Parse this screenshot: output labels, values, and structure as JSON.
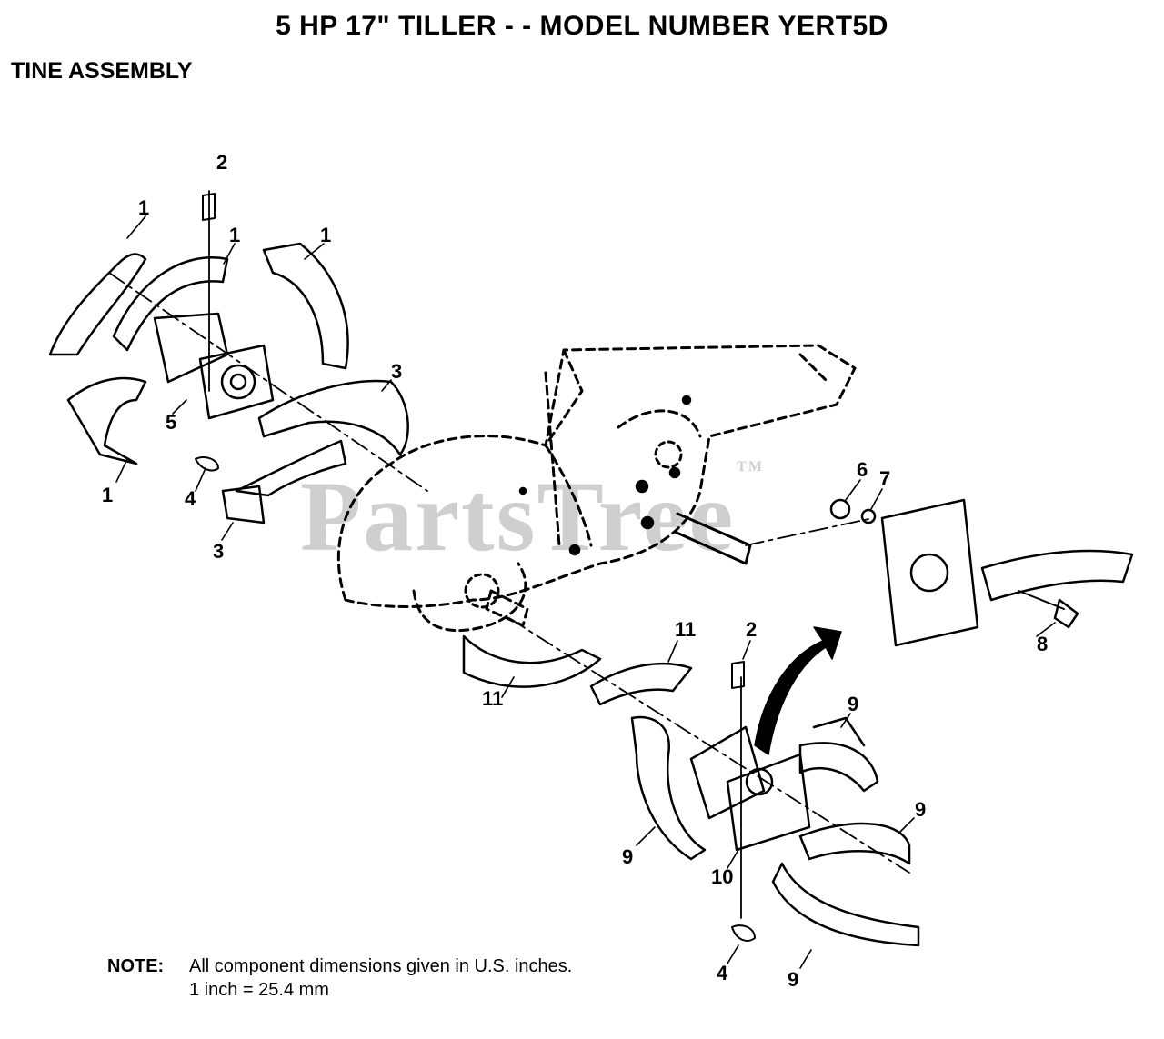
{
  "header": {
    "title": "5 HP 17\" TILLER - - MODEL NUMBER YERT5D",
    "subtitle": "TINE ASSEMBLY"
  },
  "watermark": {
    "text": "PartsTree",
    "mark": "TM"
  },
  "note": {
    "label": "NOTE:",
    "line1": "All component dimensions given in U.S. inches.",
    "line2": "1 inch = 25.4 mm"
  },
  "callouts": [
    "1",
    "1",
    "1",
    "1",
    "2",
    "3",
    "3",
    "4",
    "5",
    "6",
    "7",
    "8",
    "11",
    "11",
    "2",
    "9",
    "9",
    "9",
    "9",
    "10",
    "4"
  ]
}
